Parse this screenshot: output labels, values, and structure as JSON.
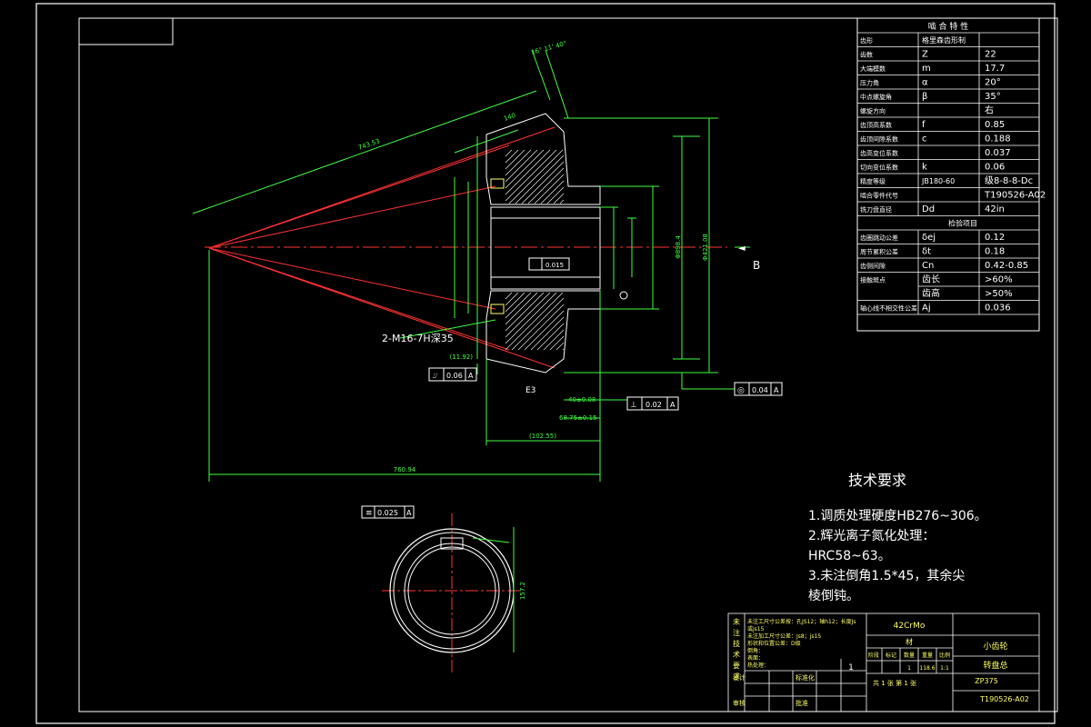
{
  "params_table": {
    "title": "啮 合 特 性",
    "rows": [
      {
        "name": "齿形",
        "sym": "格里森齿形制",
        "val": ""
      },
      {
        "name": "齿数",
        "sym": "Z",
        "val": "22"
      },
      {
        "name": "大端模数",
        "sym": "m",
        "val": "17.7"
      },
      {
        "name": "压力角",
        "sym": "α",
        "val": "20°"
      },
      {
        "name": "中点螺旋角",
        "sym": "β",
        "val": "35°"
      },
      {
        "name": "螺旋方向",
        "sym": "",
        "val": "右"
      },
      {
        "name": "齿顶高系数",
        "sym": "f",
        "val": "0.85"
      },
      {
        "name": "齿顶间隙系数",
        "sym": "c",
        "val": "0.188"
      },
      {
        "name": "齿高变位系数",
        "sym": "",
        "val": "0.037"
      },
      {
        "name": "切向变位系数",
        "sym": "k",
        "val": "0.06"
      },
      {
        "name": "精度等级",
        "sym": "JB180-60",
        "val": "级8-8-8-Dc"
      },
      {
        "name": "啮合零件代号",
        "sym": "",
        "val": "T190526-A02"
      },
      {
        "name": "铣刀盘直径",
        "sym": "Dd",
        "val": "42in"
      }
    ],
    "check_title": "检验项目",
    "check_rows": [
      {
        "name": "齿圈跳动公差",
        "sym": "δej",
        "val": "0.12"
      },
      {
        "name": "周节累积公差",
        "sym": "δt",
        "val": "0.18"
      },
      {
        "name": "齿侧间隙",
        "sym": "Cn",
        "val": "0.42-0.85"
      },
      {
        "name": "接触斑点",
        "sym": "齿长",
        "val": ">60%"
      },
      {
        "name": "",
        "sym": "齿高",
        "val": ">50%"
      },
      {
        "name": "轴心线不相交性公差",
        "sym": "Aj",
        "val": "0.036"
      }
    ]
  },
  "drawing": {
    "hole_label": "2-M16-7H深35",
    "view_label_b": "B",
    "view_label_e": "E3",
    "dims": {
      "d_top_angle": "16° 11' 40\"",
      "d_140": "140",
      "d_743": "743.53",
      "d_760": "760.94",
      "d_102": "(102.55)",
      "d_11": "(11.92)",
      "d_40": "40±0.08",
      "d_68": "68.75±0.15",
      "d_898": "Φ898.4",
      "d_ring": "Φ421.08",
      "d_gt1": "0.06",
      "d_gt2": "0.02",
      "d_gt3": "0.04",
      "d_gt4": "0.025",
      "d_gt5": "0.015",
      "d_gt_a": "A",
      "d_dia_ring": "157.2"
    }
  },
  "tech_req": {
    "title": "技术要求",
    "lines": [
      "1.调质处理硬度HB276~306。",
      "2.辉光离子氮化处理：",
      "HRC58~63。",
      "3.未注倒角1.5*45，其余尖",
      "棱倒钝。"
    ]
  },
  "title_block": {
    "material": "42CrMo",
    "material_label": "材",
    "part_name": "小齿轮",
    "assembly": "转盘总",
    "code1": "ZP375",
    "code2": "T190526-A02",
    "sheet_info": "共 1 张  第 1 张",
    "scale": "1:1",
    "weight": "118.6",
    "qty": "1",
    "side_label": "未注技术要求",
    "notes": [
      "未注工尺寸公差按：孔JS12；轴h12；长度Js",
      "或js15",
      "未注加工尺寸公差：Js8；js15",
      "形状和位置公差：D级",
      "倒角：",
      "表面：",
      "热处理："
    ],
    "rows_left": [
      "设计",
      "审核"
    ],
    "rows_right": [
      "标准化",
      "批准"
    ],
    "cols": [
      "阶段",
      "标记",
      "数量",
      "重量",
      "比例"
    ]
  },
  "colors": {
    "frame": "#ffffff",
    "line": "#3fff3f",
    "center": "#ff3333",
    "text": "#ffffff",
    "hatch": "#ffffff"
  }
}
